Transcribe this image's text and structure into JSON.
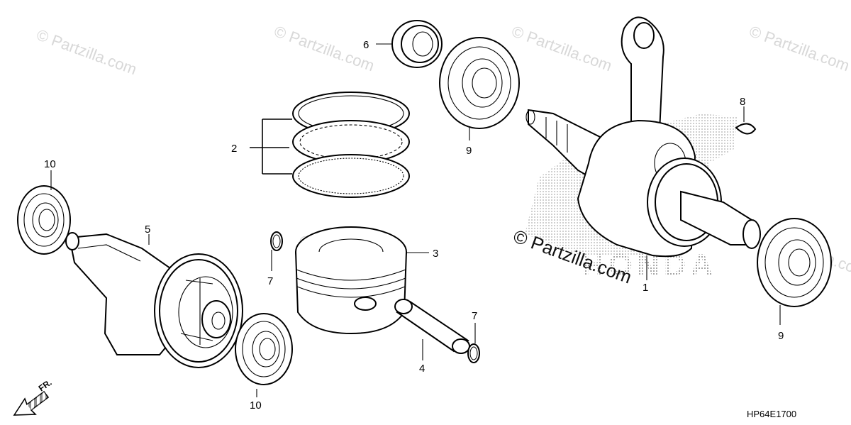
{
  "diagram": {
    "code": "HP64E1700",
    "front_marker": "FR.",
    "watermark": "© Partzilla.com",
    "brand_mark": "HONDA",
    "callouts": {
      "c1": "1",
      "c2": "2",
      "c3": "3",
      "c4": "4",
      "c5": "5",
      "c6": "6",
      "c7a": "7",
      "c7b": "7",
      "c8": "8",
      "c9a": "9",
      "c9b": "9",
      "c10a": "10",
      "c10b": "10"
    }
  }
}
